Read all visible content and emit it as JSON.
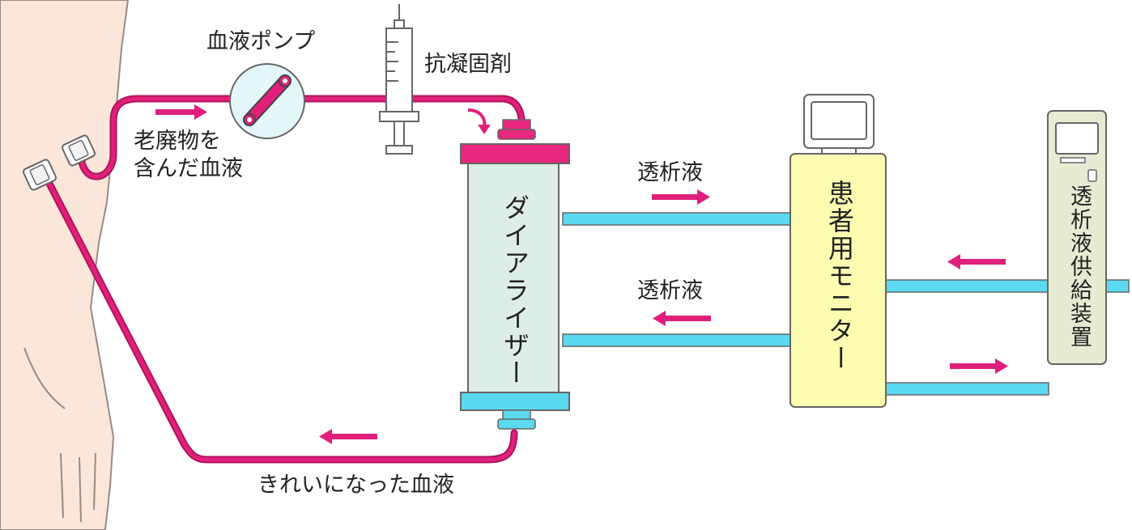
{
  "labels": {
    "blood_pump": "血液ポンプ",
    "anticoagulant": "抗凝固剤",
    "waste_blood": "老廃物を\n含んだ血液",
    "dialyzer": "ダイアライザー",
    "dialysate_top": "透析液",
    "dialysate_bottom": "透析液",
    "patient_monitor": "患者用モニター",
    "dialysate_supply": "透析液供給装置",
    "clean_blood": "きれいになった血液"
  },
  "icons": {
    "arm": "arm-illustration",
    "needle_arterial": "needle-connector-icon",
    "needle_venous": "needle-connector-icon",
    "pump": "roller-pump-icon",
    "syringe": "syringe-icon",
    "monitor_screen": "monitor-screen-icon",
    "supply_screen": "supply-screen-icon",
    "arrow": "arrow-right-icon"
  },
  "colors": {
    "blood_line": "#e0207a",
    "blood_line_dark": "#b0135c",
    "dialysate_line": "#5ad9f0",
    "dialyzer_body": "#ddeee6",
    "dialyzer_top_cap": "#e8287e",
    "dialyzer_bottom_cap": "#5ad9f0",
    "monitor_body": "#fdfcb0",
    "supply_body": "#e6ebd2",
    "arm_skin": "#fbe6da",
    "arrow": "#e0207a",
    "pump_fill": "#e4f7f8"
  }
}
